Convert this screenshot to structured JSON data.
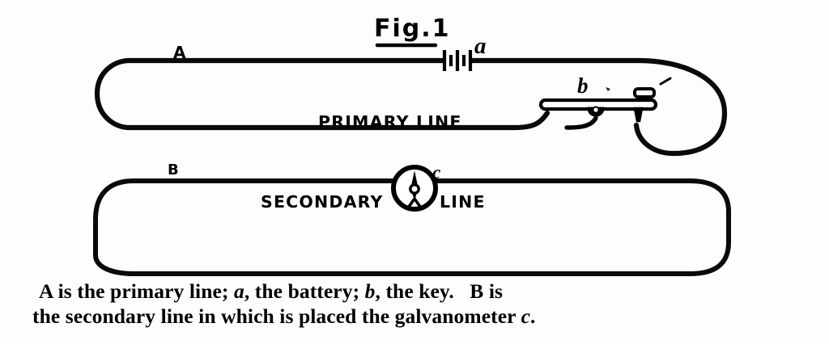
{
  "figure": {
    "title": "Fig.1",
    "labels": {
      "primary_loop": "A",
      "battery": "a",
      "key": "b",
      "secondary_loop": "B",
      "galvanometer": "c",
      "primary_line_text": "PRIMARY LINE",
      "secondary_line_text_left": "SECONDARY",
      "secondary_line_text_right": "LINE"
    },
    "components": {
      "battery_symbol": "battery-cells",
      "key_symbol": "telegraph-key",
      "galvanometer_symbol": "galvanometer-dial"
    },
    "colors": {
      "ink": "#000000",
      "paper": "#fdfdfb"
    }
  },
  "caption": {
    "line1": "A is the primary line; a, the battery; b, the key.  B is",
    "line2": "the secondary line in which is placed the galvanometer c.",
    "line1_parts": {
      "a": "A is the primary line; ",
      "b": "a",
      "c": ", the battery; ",
      "d": "b",
      "e": ", the key.   B is"
    },
    "line2_parts": {
      "a": "the secondary line in which is placed the galvanometer ",
      "b": "c",
      "c": "."
    }
  }
}
